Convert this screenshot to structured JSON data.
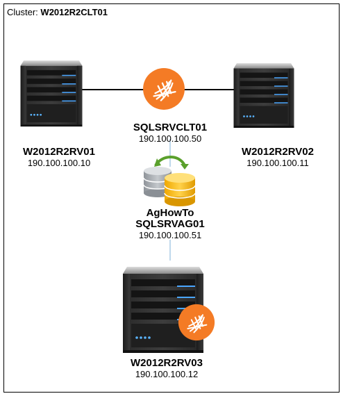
{
  "cluster": {
    "prefix": "Cluster:",
    "name": "W2012R2CLT01"
  },
  "nodes": {
    "server1": {
      "name": "W2012R2RV01",
      "ip": "190.100.100.10",
      "icon": "server-icon"
    },
    "server2": {
      "name": "W2012R2RV02",
      "ip": "190.100.100.11",
      "icon": "server-icon"
    },
    "server3": {
      "name": "W2012R2RV03",
      "ip": "190.100.100.12",
      "icon": "server-icon"
    }
  },
  "cluster_service": {
    "name": "SQLSRVCLT01",
    "ip": "190.100.100.50",
    "icon": "sql-server-icon"
  },
  "availability_group": {
    "name": "AgHowTo",
    "listener": "SQLSRVAG01",
    "ip": "190.100.100.51",
    "icon": "database-sync-icon"
  },
  "colors": {
    "sql_orange": "#f47b25",
    "db_gray": "#9a9ea3",
    "db_gold": "#f5b400",
    "sync_green": "#5aa02c",
    "link_blue": "#7fb0d8"
  }
}
